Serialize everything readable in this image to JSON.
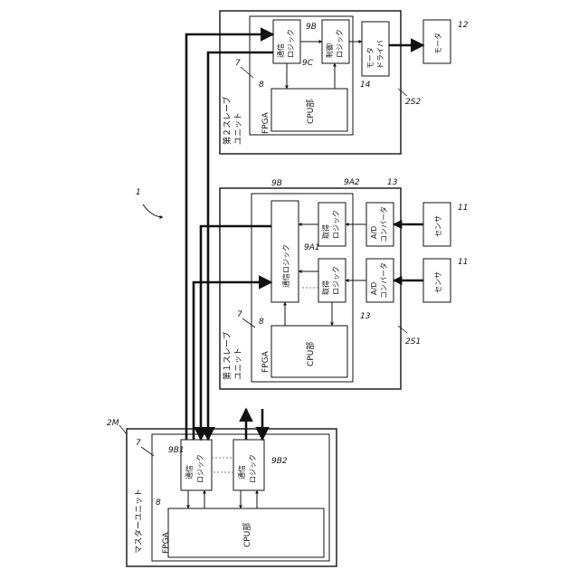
{
  "figure_number": "1",
  "master_unit": {
    "ref": "2M",
    "title": "マスターユニット",
    "fpga_label": "FPGA",
    "fpga_ref": "7",
    "cpu_label": "CPU部",
    "cpu_ref": "8",
    "logic1": {
      "line1": "通信",
      "line2": "ロジック",
      "ref": "9B1"
    },
    "logic2": {
      "line1": "通信",
      "line2": "ロジック",
      "ref": "9B2"
    }
  },
  "slave1": {
    "ref": "2S1",
    "title_line1": "第１スレーブ",
    "title_line2": "ユニット",
    "fpga_label": "FPGA",
    "fpga_ref": "7",
    "cpu_label": "CPU部",
    "cpu_ref": "8",
    "comm_logic": {
      "label": "通信ロジック",
      "ref": "9B"
    },
    "acq_logic_top": {
      "line1": "取得",
      "line2": "ロジック",
      "ref": "9A2"
    },
    "acq_logic_bottom": {
      "line1": "取得",
      "line2": "ロジック",
      "ref": "9A1"
    },
    "ad_top": {
      "line1": "A/D",
      "line2": "コンバータ",
      "ref": "13"
    },
    "ad_bottom": {
      "line1": "A/D",
      "line2": "コンバータ",
      "ref": "13"
    },
    "sensor_top": {
      "label": "センサ",
      "ref": "11"
    },
    "sensor_bottom": {
      "label": "センサ",
      "ref": "11"
    }
  },
  "slave2": {
    "ref": "2S2",
    "title_line1": "第２スレーブ",
    "title_line2": "ユニット",
    "fpga_label": "FPGA",
    "fpga_ref": "7",
    "cpu_label": "CPU部",
    "cpu_ref": "8",
    "comm_logic": {
      "line1": "通信",
      "line2": "ロジック",
      "ref": "9B"
    },
    "ctrl_logic": {
      "line1": "制御",
      "line2": "ロジック",
      "ref": "9C"
    },
    "motor_driver": {
      "line1": "モータ",
      "line2": "ドライバ",
      "ref": "14"
    },
    "motor": {
      "label": "モータ",
      "ref": "12"
    }
  }
}
